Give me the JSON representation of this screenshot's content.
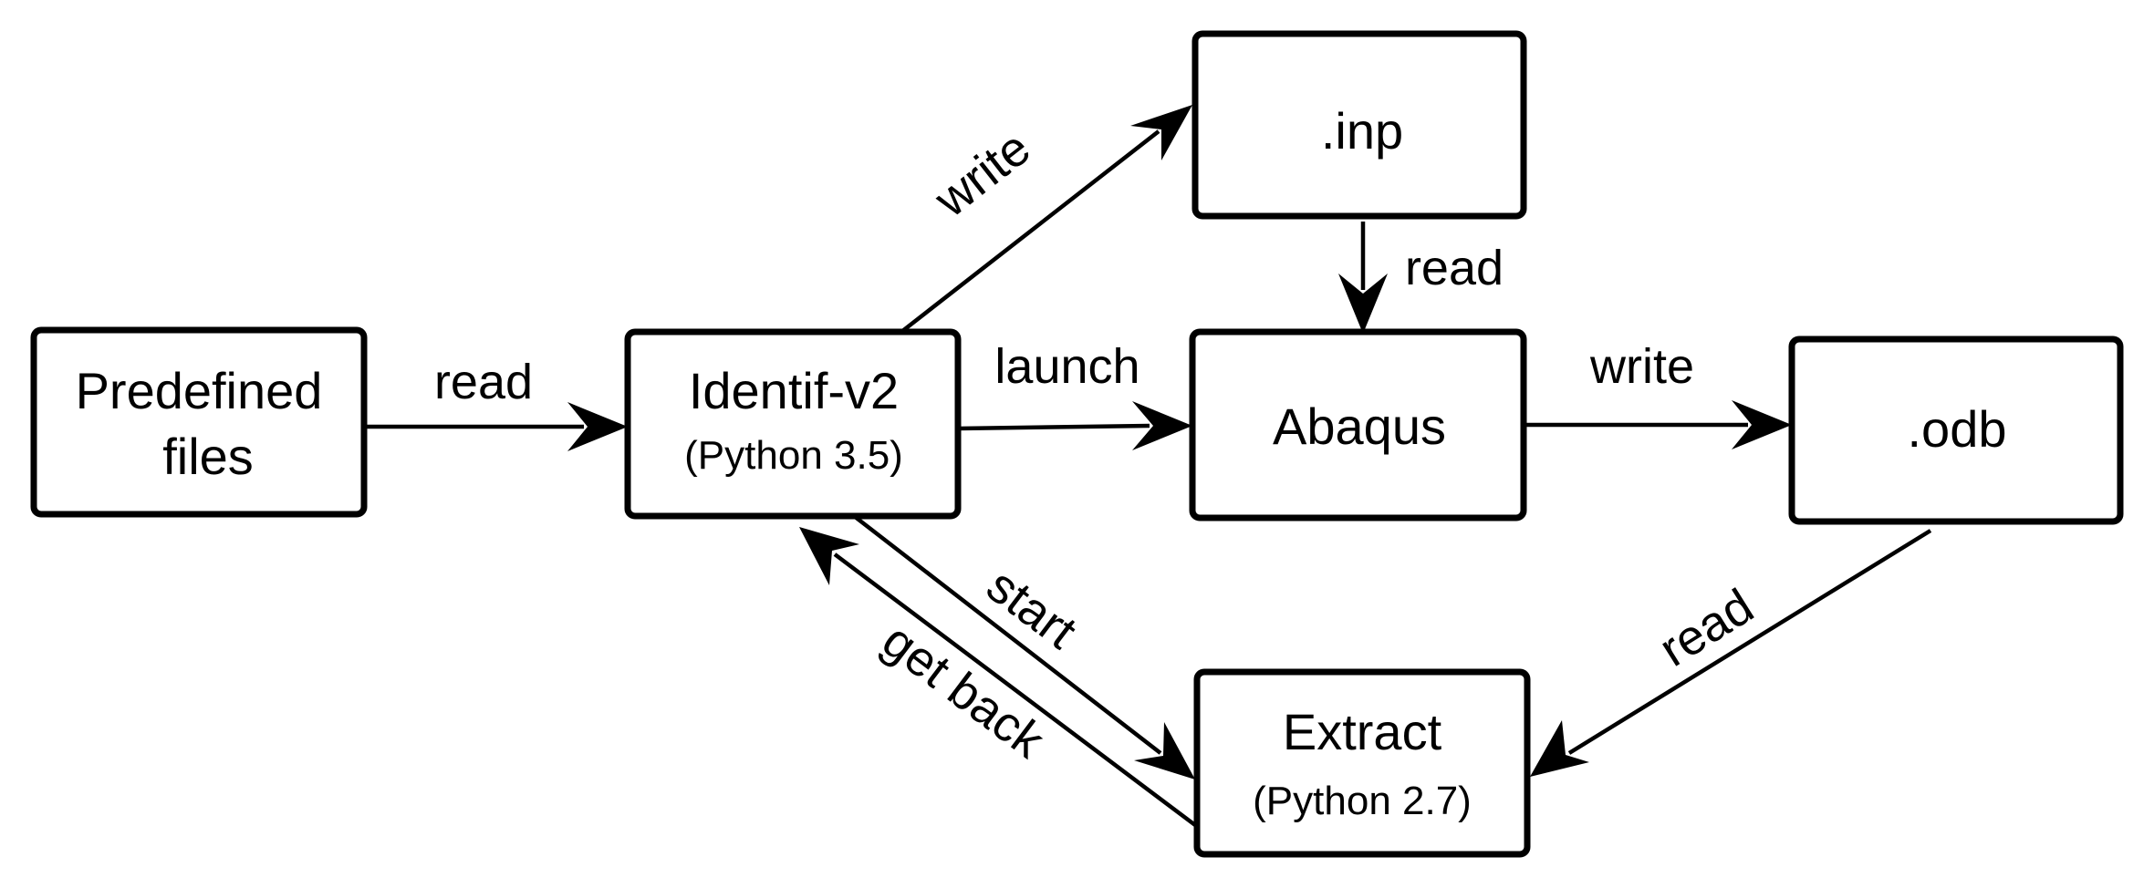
{
  "nodes": {
    "predefined": {
      "line1": "Predefined",
      "line2": "files"
    },
    "identif": {
      "title": "Identif-v2",
      "subtitle": "(Python 3.5)"
    },
    "inp": {
      "title": ".inp"
    },
    "abaqus": {
      "title": "Abaqus"
    },
    "odb": {
      "title": ".odb"
    },
    "extract": {
      "title": "Extract",
      "subtitle": "(Python 2.7)"
    }
  },
  "edges": {
    "predefined_identif": "read",
    "identif_inp": "write",
    "inp_abaqus": "read",
    "identif_abaqus": "launch",
    "abaqus_odb": "write",
    "odb_extract": "read",
    "identif_extract": "start",
    "extract_identif": "get back"
  },
  "colors": {
    "stroke": "#000000",
    "background": "#ffffff"
  }
}
